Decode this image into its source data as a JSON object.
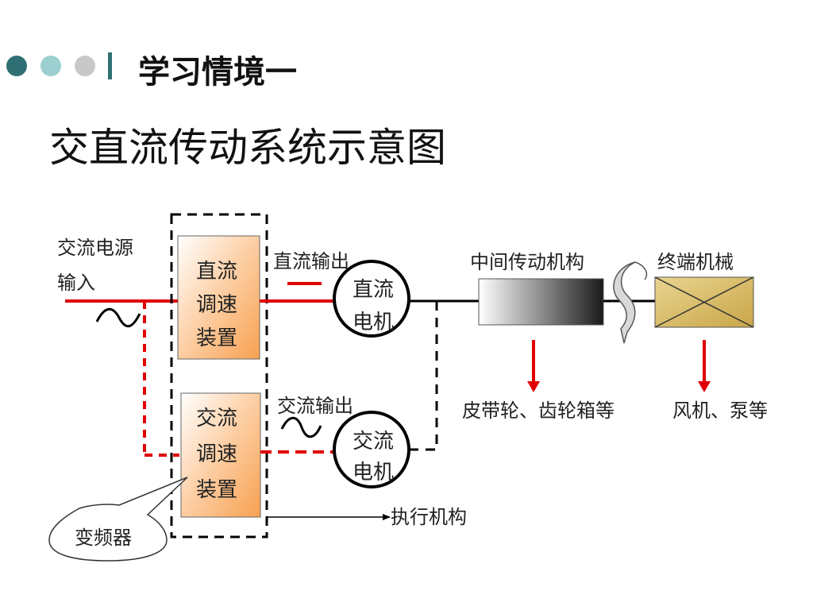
{
  "header": {
    "section_title": "学习情境一",
    "accent_dark": "#2f6f73",
    "accent_light": "#9ccfcf",
    "accent_gray": "#c8c8c8"
  },
  "slide": {
    "title": "交直流传动系统示意图"
  },
  "diagram": {
    "ac_source_line1": "交流电源",
    "ac_source_line2": "输入",
    "dc_controller": [
      "直流",
      "调速",
      "装置"
    ],
    "ac_controller": [
      "交流",
      "调速",
      "装置"
    ],
    "dc_output": "直流输出",
    "ac_output": "交流输出",
    "dc_motor": [
      "直流",
      "电机"
    ],
    "ac_motor": [
      "交流",
      "电机"
    ],
    "transmission": "中间传动机构",
    "terminal": "终端机械",
    "transmission_examples": "皮带轮、齿轮箱等",
    "terminal_examples": "风机、泵等",
    "actuator": "执行机构",
    "inverter_callout": "变频器",
    "colors": {
      "power_line": "#e00000",
      "controller_fill": "#fbb77a",
      "gearbox_gradient_start": "#ffffff",
      "gearbox_gradient_end": "#1a1a1a",
      "terminal_fill": "#d6b65e"
    }
  }
}
